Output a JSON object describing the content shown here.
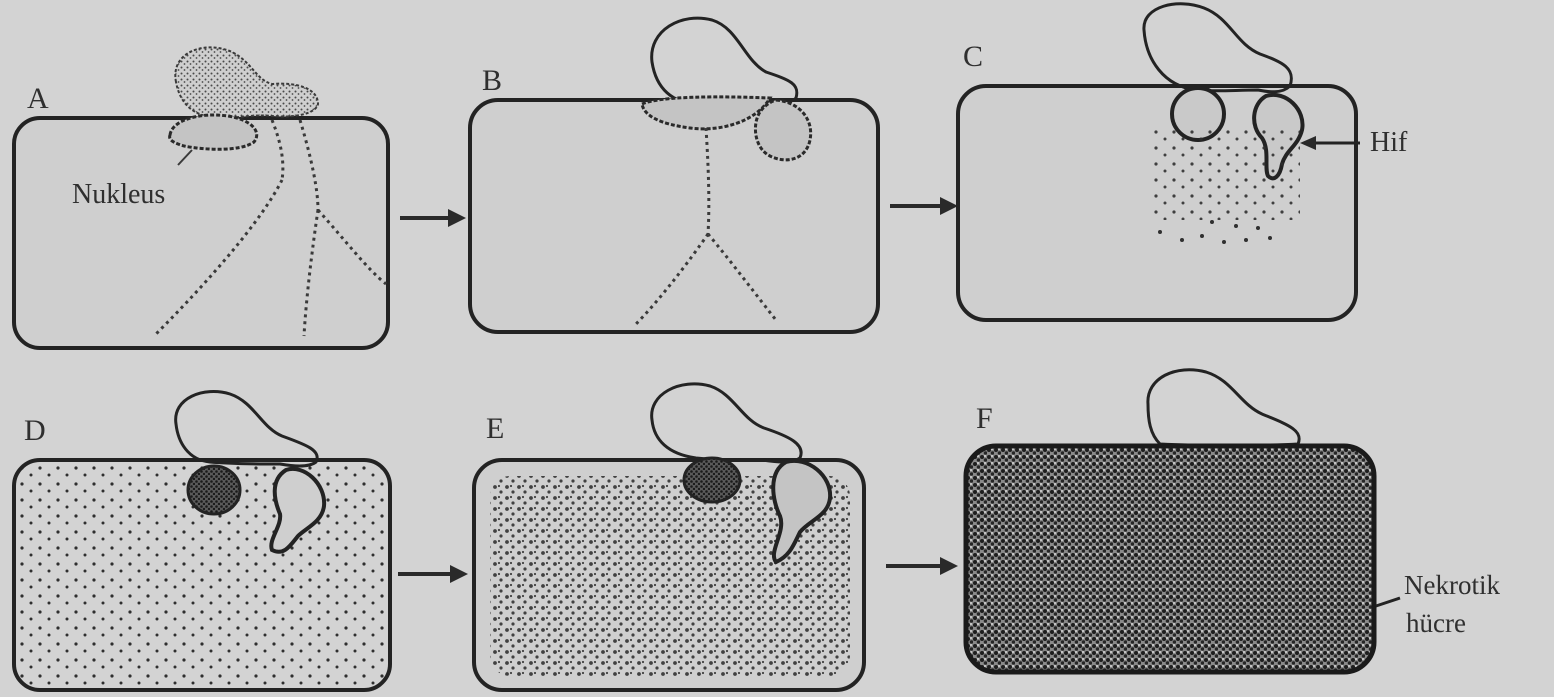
{
  "panels": [
    {
      "id": "A",
      "label": "A"
    },
    {
      "id": "B",
      "label": "B"
    },
    {
      "id": "C",
      "label": "C"
    },
    {
      "id": "D",
      "label": "D"
    },
    {
      "id": "E",
      "label": "E"
    },
    {
      "id": "F",
      "label": "F"
    }
  ],
  "annotations": {
    "nucleus": "Nukleus",
    "hypha": "Hif",
    "necrotic_line1": "Nekrotik",
    "necrotic_line2": "hücre"
  }
}
